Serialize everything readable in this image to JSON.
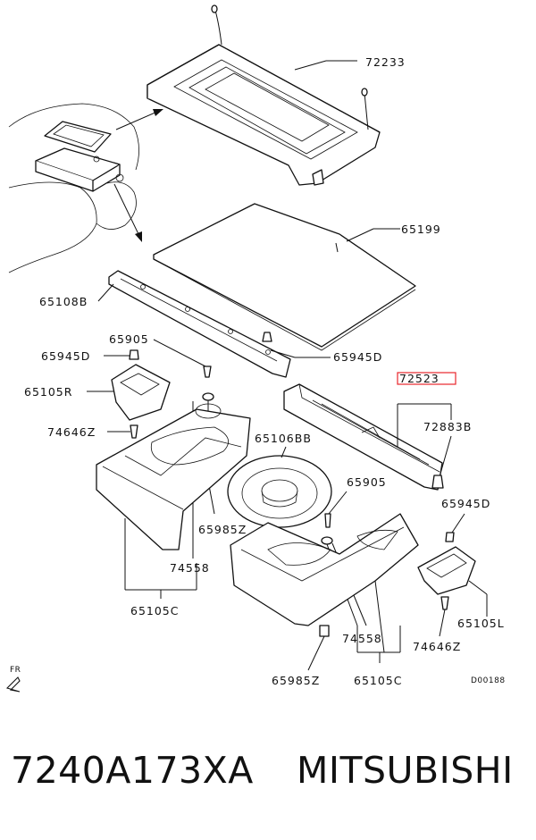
{
  "labels": {
    "72233": "72233",
    "65199": "65199",
    "65108B": "65108B",
    "65905_a": "65905",
    "65945D_a": "65945D",
    "65945D_b": "65945D",
    "65105R": "65105R",
    "72523": "72523",
    "72883B": "72883B",
    "74646Z_a": "74646Z",
    "65106BB": "65106BB",
    "65905_b": "65905",
    "65945D_c": "65945D",
    "65985Z_a": "65985Z",
    "74558_a": "74558",
    "65105C_a": "65105C",
    "65105L": "65105L",
    "74558_b": "74558",
    "74646Z_b": "74646Z",
    "65985Z_b": "65985Z",
    "65105C_b": "65105C",
    "FR": "FR",
    "D00188": "D00188"
  },
  "highlight_color": "#e8262b",
  "footer": {
    "part_number": "7240A173XA",
    "brand": "MITSUBISHI"
  }
}
